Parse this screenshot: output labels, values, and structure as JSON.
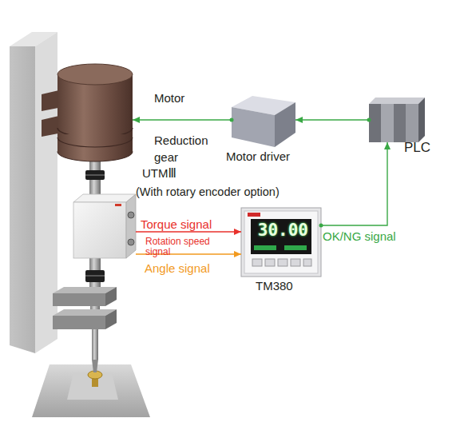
{
  "diagram": {
    "nodes": [
      {
        "text": [
          "Motor"
        ]
      },
      {
        "text": [
          "Motor driver"
        ]
      },
      {
        "text": [
          "PLC"
        ]
      },
      {
        "text": [
          "Reduction gear"
        ]
      },
      {
        "text": [
          "UTMⅢ",
          "(With rotary encoder option)"
        ]
      },
      {
        "text": [
          "TM380"
        ]
      }
    ],
    "edges": [
      {
        "from": 2,
        "to": 1,
        "arrow": "to"
      },
      {
        "from": 1,
        "to": 0,
        "arrow": "to"
      },
      {
        "from": 4,
        "to": 5,
        "label": "Torque signal",
        "arrow": "to"
      },
      {
        "from": 4,
        "to": 5,
        "label": "Angle signal",
        "arrow": "to"
      },
      {
        "from": 5,
        "to": 2,
        "label": "OK/NG signal",
        "arrow": "to"
      }
    ],
    "labels": [
      "Rotation speed signal",
      "30.00"
    ]
  }
}
